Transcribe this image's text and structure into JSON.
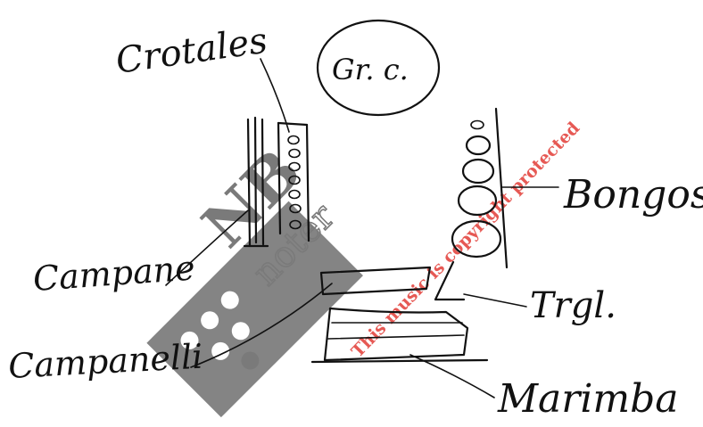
{
  "labels": {
    "crotales": "Crotales",
    "gran_cassa": "Gr. c.",
    "bongos": "Bongos",
    "campane": "Campane",
    "triangle": "Trgl.",
    "campanelli": "Campanelli",
    "marimba": "Marimba"
  },
  "watermark": {
    "logo_line1": "NB",
    "logo_line2": "noter",
    "notice": "This music is copyright protected",
    "colors": {
      "logo_gray": "#7a7a7a",
      "notice_red": "#e0302a"
    }
  }
}
